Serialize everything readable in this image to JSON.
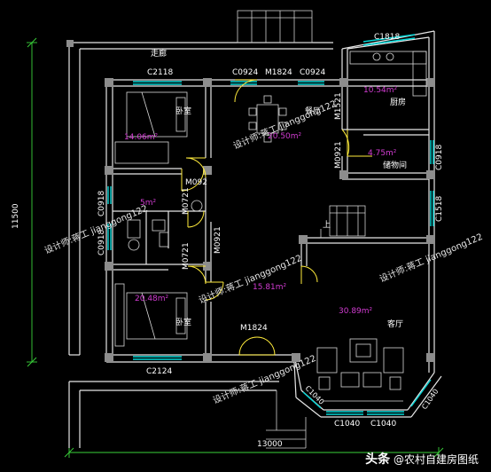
{
  "rooms": {
    "corridor": {
      "name": "走廊"
    },
    "bedroom_north": {
      "name": "卧室",
      "area": "14.06m²"
    },
    "dining": {
      "name": "餐厅",
      "area": "20.50m²"
    },
    "kitchen": {
      "name": "厨房",
      "area": "10.54m²"
    },
    "storage": {
      "name": "储物间",
      "area": "4.75m²"
    },
    "bath": {
      "area": "5m²"
    },
    "bedroom_south": {
      "name": "卧室",
      "area": "20.48m²"
    },
    "hall": {
      "area": "15.81m²"
    },
    "living": {
      "name": "客厅",
      "area": "30.89m²"
    }
  },
  "openings": {
    "c2118": "C2118",
    "c0924_a": "C0924",
    "m1824_top": "M1824",
    "c0924_b": "C0924",
    "c1818": "C1818",
    "m1521": "M1521",
    "m0921_storage": "M0921",
    "c0918_right": "C0918",
    "c1518": "C1518",
    "m092": "M092",
    "m0721_a": "M0721",
    "c0918_left_a": "C0918",
    "c0918_left_b": "C0918",
    "m0721_b": "M0721",
    "m0921_bath": "M0921",
    "m1824_bottom": "M1824",
    "c2124": "C2124",
    "c1040_a": "C1040",
    "c1040_b": "C1040",
    "c1040_c": "C1040",
    "c1040_d": "C1040"
  },
  "stair_mark": "上",
  "dimensions": {
    "height": "11500",
    "width": "13000"
  },
  "watermark": "设计师:蒋工 jianggong122",
  "footer": {
    "brand": "头条",
    "account": "@农村自建房图纸"
  },
  "colors": {
    "background": "#000000",
    "wall": "#e6e6e6",
    "window": "#00d6d6",
    "door": "#ffeb3b",
    "area_text": "#d23cd2",
    "dim_line": "#3ad23a"
  }
}
